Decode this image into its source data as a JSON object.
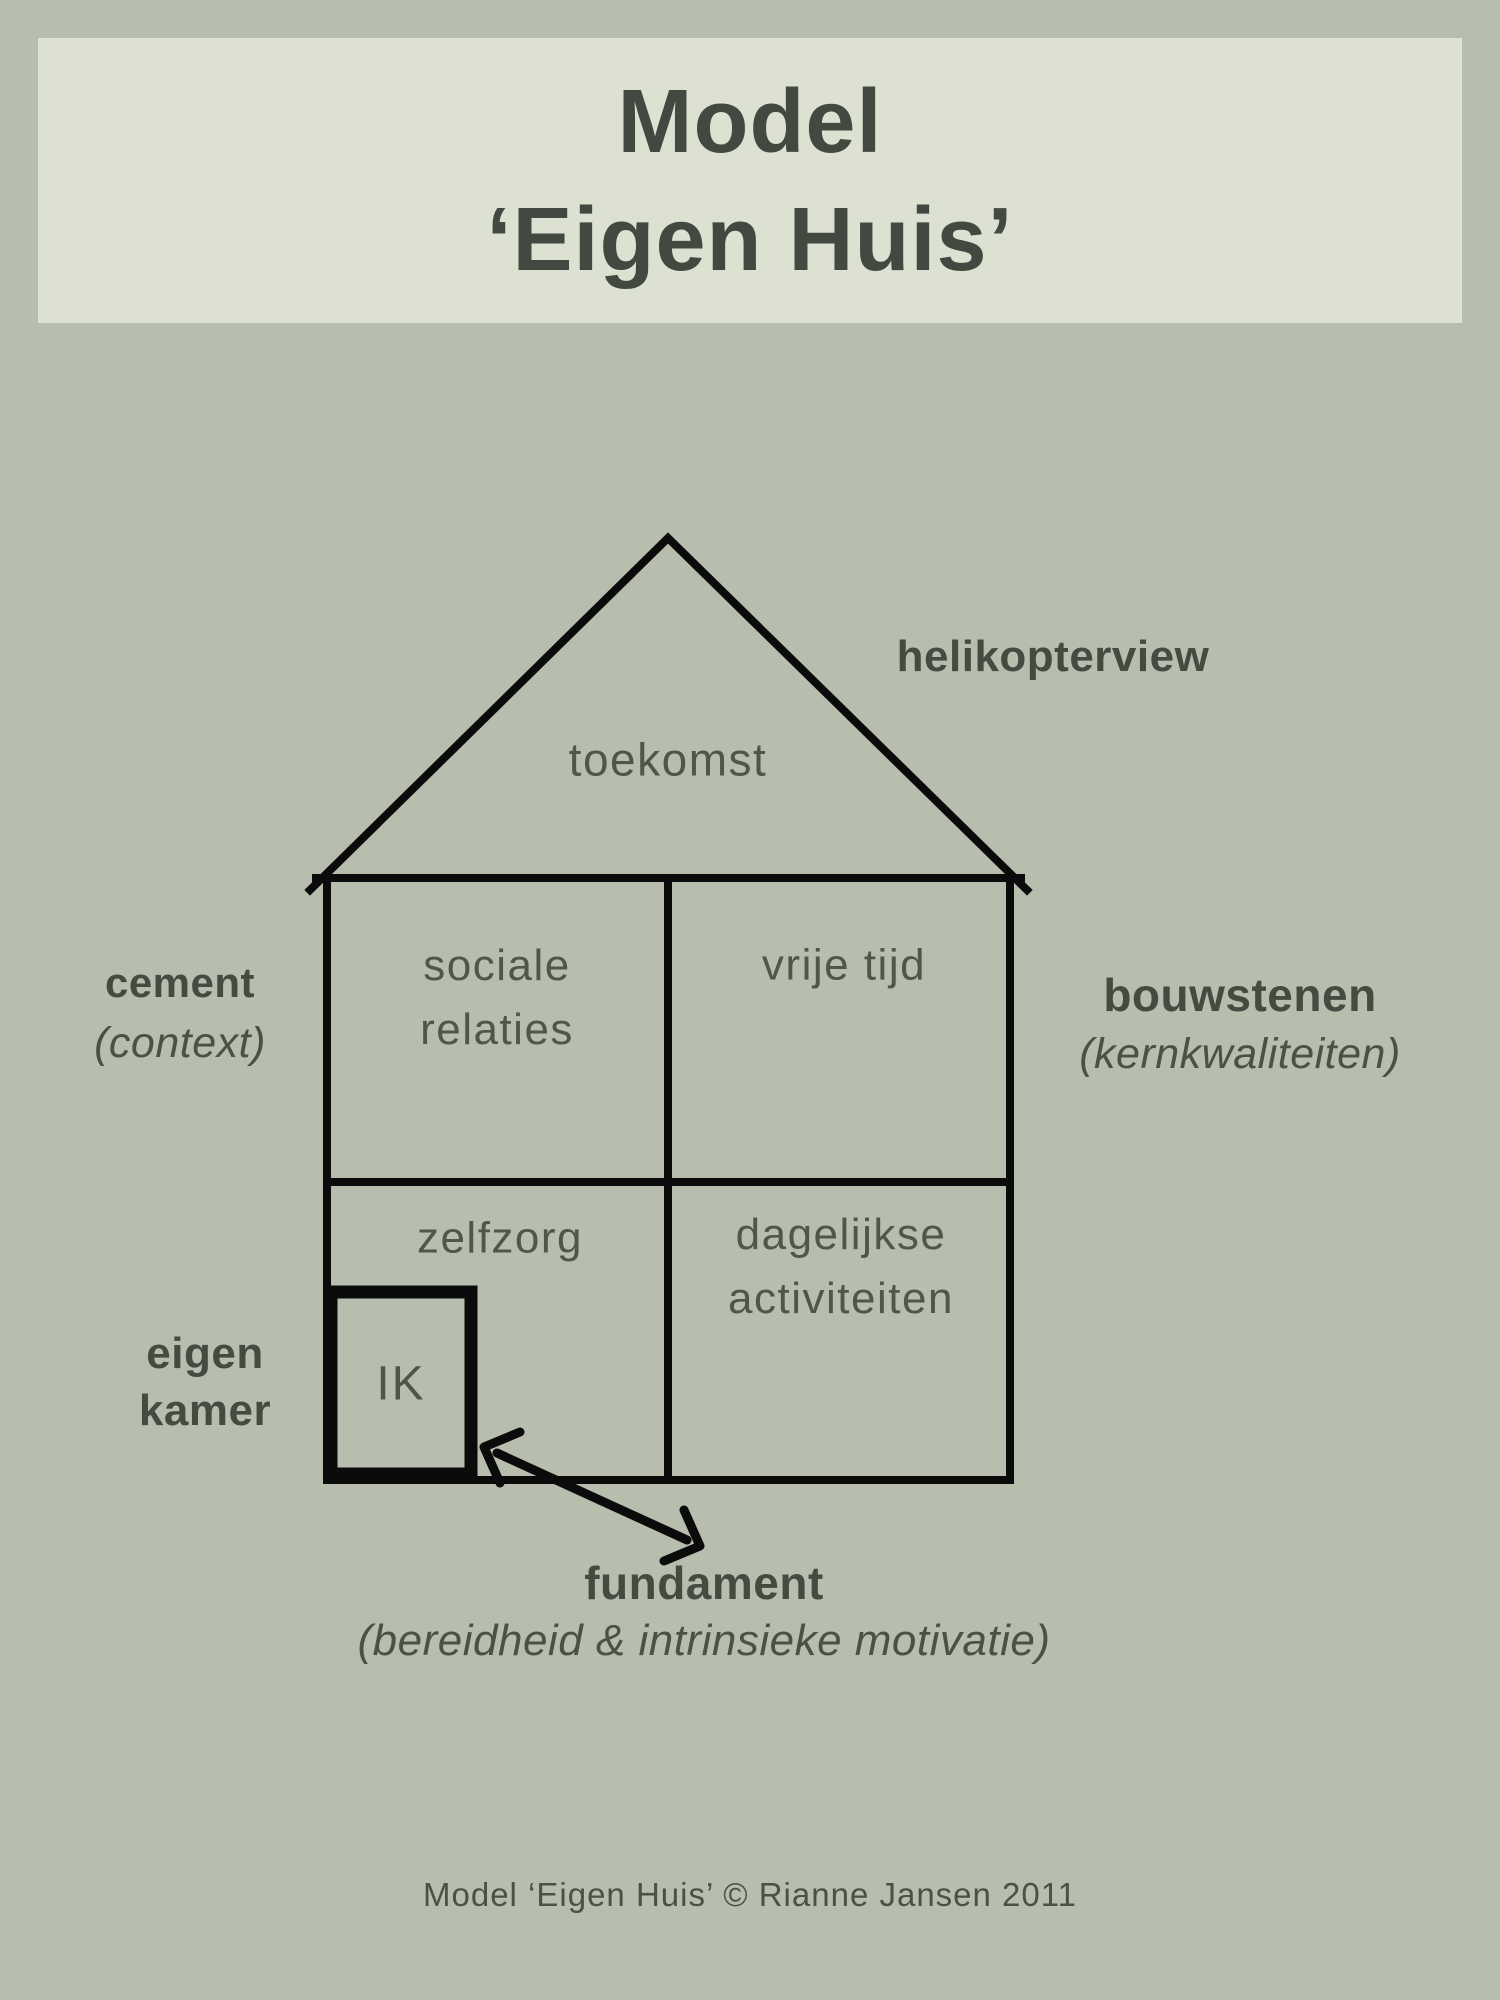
{
  "colors": {
    "background": "#b8beae",
    "title_panel": "#dce1d2",
    "heading_text": "#454b40",
    "room_text": "#515748",
    "line": "#0b0b0b"
  },
  "title": {
    "line1": "Model",
    "line2": "‘Eigen Huis’"
  },
  "house": {
    "roof_room": "toekomst",
    "rooms": {
      "top_left": {
        "line1": "sociale",
        "line2": "relaties"
      },
      "top_right": {
        "label": "vrije tijd"
      },
      "bottom_left": {
        "label": "zelfzorg"
      },
      "bottom_right": {
        "line1": "dagelijkse",
        "line2": "activiteiten"
      },
      "own_room": {
        "label": "IK"
      }
    }
  },
  "annotations": {
    "helicopter_view": {
      "label": "helikopterview"
    },
    "cement": {
      "title": "cement",
      "subtitle": "(context)"
    },
    "bouwstenen": {
      "title": "bouwstenen",
      "subtitle": "(kernkwaliteiten)"
    },
    "eigen_kamer": {
      "line1": "eigen",
      "line2": "kamer"
    },
    "fundament": {
      "title": "fundament",
      "subtitle": "(bereidheid & intrinsieke motivatie)"
    }
  },
  "footer": {
    "credit": "Model ‘Eigen Huis’ © Rianne Jansen 2011"
  }
}
